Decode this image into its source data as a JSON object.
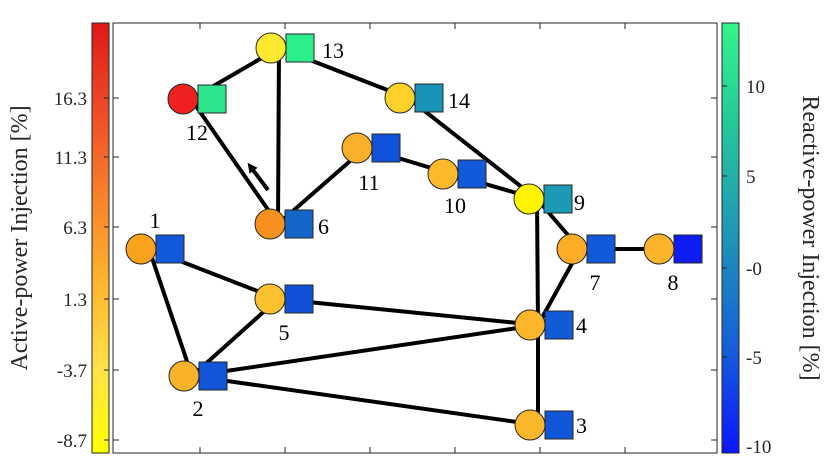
{
  "left_colorbar": {
    "label": "Active-power Injection [%]",
    "ticks": [
      "16.3",
      "11.3",
      "6.3",
      "1.3",
      "-3.7",
      "-8.7"
    ],
    "gradient": [
      "#ffff00",
      "#ffe14a",
      "#fdb42c",
      "#f8802b",
      "#ee4a28",
      "#e01818"
    ]
  },
  "right_colorbar": {
    "label": "Reactive-power Injection [%]",
    "ticks": [
      "10",
      "5",
      "-0",
      "-5",
      "-10"
    ],
    "gradient": [
      "#0b16ff",
      "#1660d8",
      "#1e94b6",
      "#25c49c",
      "#33f58a"
    ]
  },
  "nodes": [
    {
      "id": "1",
      "p_color": "#f8a21e",
      "q_color": "#1159d8"
    },
    {
      "id": "2",
      "p_color": "#f9b32a",
      "q_color": "#1255d6"
    },
    {
      "id": "3",
      "p_color": "#fbb72c",
      "q_color": "#1156d6"
    },
    {
      "id": "4",
      "p_color": "#fbb62c",
      "q_color": "#115bd6"
    },
    {
      "id": "5",
      "p_color": "#fcc12e",
      "q_color": "#1151d8"
    },
    {
      "id": "6",
      "p_color": "#f7901c",
      "q_color": "#1466c9"
    },
    {
      "id": "7",
      "p_color": "#fbad28",
      "q_color": "#1159d8"
    },
    {
      "id": "8",
      "p_color": "#fbb42b",
      "q_color": "#0b1cf5"
    },
    {
      "id": "9",
      "p_color": "#fff400",
      "q_color": "#1a9ab4"
    },
    {
      "id": "10",
      "p_color": "#fbb92c",
      "q_color": "#1159d8"
    },
    {
      "id": "11",
      "p_color": "#fab02a",
      "q_color": "#1152da"
    },
    {
      "id": "12",
      "p_color": "#ee2020",
      "q_color": "#2ee48c"
    },
    {
      "id": "13",
      "p_color": "#ffe830",
      "q_color": "#2bef8a"
    },
    {
      "id": "14",
      "p_color": "#fdd02a",
      "q_color": "#1993b7"
    }
  ],
  "edges": [
    [
      "1",
      "2"
    ],
    [
      "1",
      "5"
    ],
    [
      "2",
      "5"
    ],
    [
      "2",
      "4"
    ],
    [
      "2",
      "3"
    ],
    [
      "3",
      "4"
    ],
    [
      "4",
      "5"
    ],
    [
      "4",
      "7"
    ],
    [
      "4",
      "9"
    ],
    [
      "7",
      "8"
    ],
    [
      "7",
      "9"
    ],
    [
      "9",
      "10"
    ],
    [
      "10",
      "11"
    ],
    [
      "11",
      "6"
    ],
    [
      "6",
      "13"
    ],
    [
      "6",
      "12"
    ],
    [
      "12",
      "13"
    ],
    [
      "13",
      "14"
    ],
    [
      "14",
      "9"
    ]
  ]
}
